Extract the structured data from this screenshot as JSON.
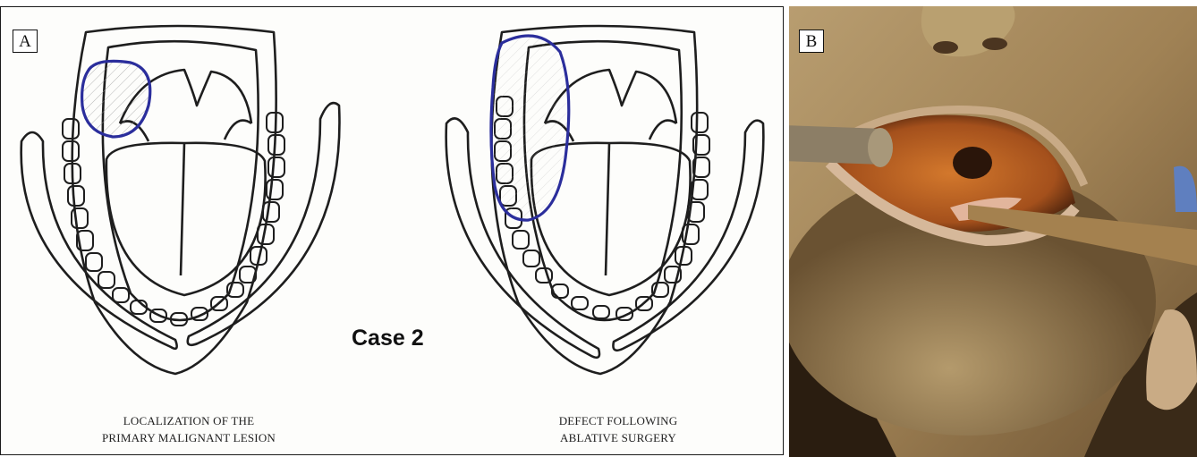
{
  "panel_a": {
    "label": "A",
    "title": "Case 2",
    "left_caption": {
      "line1": "LOCALIZATION OF THE",
      "line2": "PRIMARY MALIGNANT LESION"
    },
    "right_caption": {
      "line1": "DEFECT FOLLOWING",
      "line2": "ABLATIVE SURGERY"
    }
  },
  "panel_b": {
    "label": "B"
  },
  "colors": {
    "lesion_outline": "#2b2e9c",
    "line": "#1e1e1e",
    "tissue": "#c9692a"
  },
  "icons": [
    "oral-cavity-drawing",
    "clinical-photo"
  ]
}
